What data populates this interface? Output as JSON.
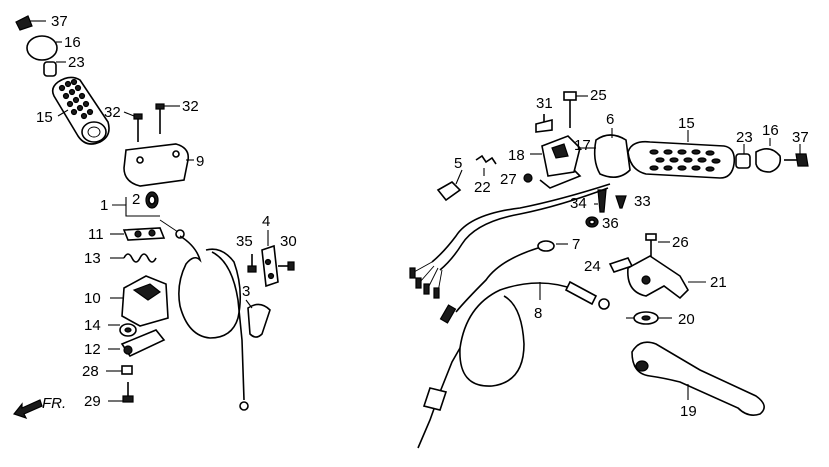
{
  "labels": {
    "left": [
      "37",
      "16",
      "23",
      "15",
      "32",
      "32",
      "9",
      "2",
      "1",
      "11",
      "13",
      "10",
      "14",
      "12",
      "28",
      "29",
      "35",
      "30",
      "4",
      "3"
    ],
    "right": [
      "31",
      "25",
      "6",
      "15",
      "23",
      "16",
      "37",
      "18",
      "17",
      "5",
      "22",
      "27",
      "34",
      "33",
      "36",
      "7",
      "26",
      "24",
      "21",
      "8",
      "20",
      "19"
    ]
  },
  "front_marker": "FR."
}
